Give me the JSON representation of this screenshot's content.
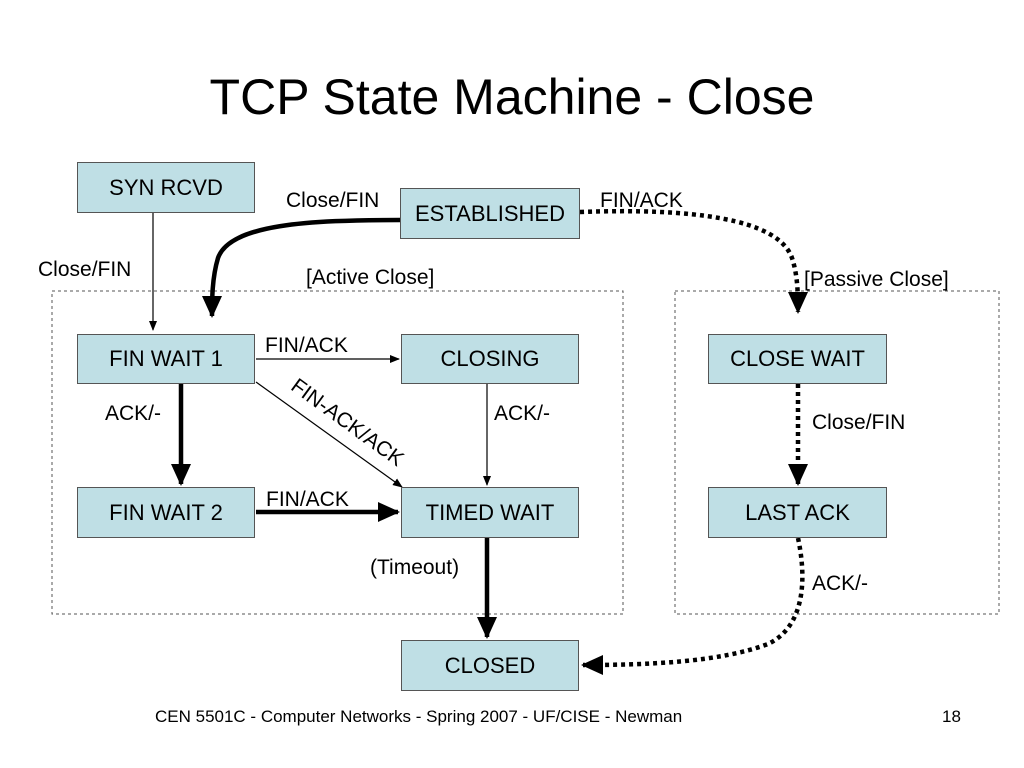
{
  "title": "TCP State Machine - Close",
  "regions": {
    "active": "[Active Close]",
    "passive": "[Passive Close]"
  },
  "states": {
    "syn_rcvd": "SYN RCVD",
    "established": "ESTABLISHED",
    "fin_wait_1": "FIN WAIT 1",
    "closing": "CLOSING",
    "fin_wait_2": "FIN WAIT 2",
    "timed_wait": "TIMED WAIT",
    "close_wait": "CLOSE WAIT",
    "last_ack": "LAST ACK",
    "closed": "CLOSED"
  },
  "transitions": {
    "syn_rcvd_to_fin_wait_1": "Close/FIN",
    "established_to_fin_wait_1": "Close/FIN",
    "established_to_close_wait": "FIN/ACK",
    "fin_wait_1_to_closing": "FIN/ACK",
    "fin_wait_1_to_fin_wait_2": "ACK/-",
    "fin_wait_1_to_timed_wait": "FIN-ACK/ACK",
    "closing_to_timed_wait": "ACK/-",
    "fin_wait_2_to_timed_wait": "FIN/ACK",
    "timed_wait_to_closed": "(Timeout)",
    "close_wait_to_last_ack": "Close/FIN",
    "last_ack_to_closed": "ACK/-"
  },
  "footer": {
    "course": "CEN 5501C - Computer Networks - Spring 2007 - UF/CISE - Newman",
    "page": "18"
  }
}
